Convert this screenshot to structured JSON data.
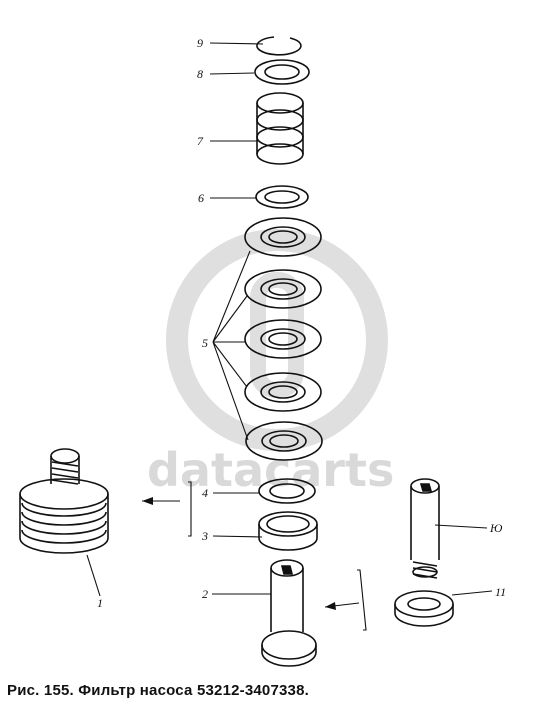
{
  "watermark": {
    "text": "datacarts"
  },
  "caption": "Рис. 155. Фильтр насоса 53212-3407338.",
  "callouts": [
    "9",
    "8",
    "7",
    "6",
    "5",
    "4",
    "3",
    "2",
    "1",
    "Ю",
    "11"
  ]
}
